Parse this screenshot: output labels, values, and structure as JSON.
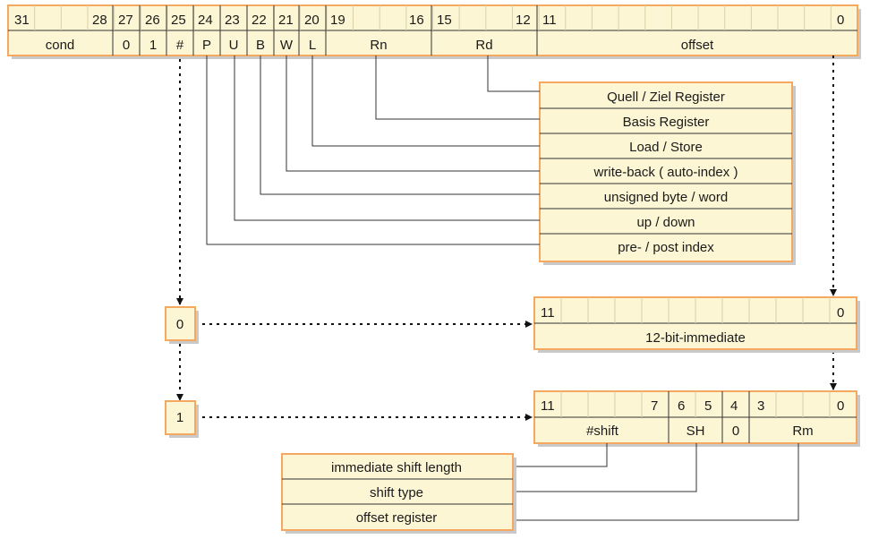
{
  "instruction": {
    "bit_labels": {
      "b31": "31",
      "b28": "28",
      "b27": "27",
      "b26": "26",
      "b25": "25",
      "b24": "24",
      "b23": "23",
      "b22": "22",
      "b21": "21",
      "b20": "20",
      "b19": "19",
      "b16": "16",
      "b15": "15",
      "b12": "12",
      "b11": "11",
      "b0": "0"
    },
    "fields": {
      "cond": "cond",
      "c27": "0",
      "c26": "1",
      "imm": "#",
      "p": "P",
      "u": "U",
      "b": "B",
      "w": "W",
      "l": "L",
      "rn": "Rn",
      "rd": "Rd",
      "offset": "offset"
    }
  },
  "legend": [
    "Quell / Ziel Register",
    "Basis Register",
    "Load / Store",
    "write-back ( auto-index )",
    "unsigned byte / word",
    "up / down",
    "pre- / post index"
  ],
  "selector_0": "0",
  "selector_1": "1",
  "immediate_register": {
    "bit_hi": "11",
    "bit_lo": "0",
    "field": "12-bit-immediate"
  },
  "shift_register": {
    "bits": {
      "b11": "11",
      "b7": "7",
      "b6": "6",
      "b5": "5",
      "b4": "4",
      "b3": "3",
      "b0": "0"
    },
    "fields": {
      "shift": "#shift",
      "sh": "SH",
      "zero": "0",
      "rm": "Rm"
    }
  },
  "shift_legend": [
    "immediate shift length",
    "shift type",
    "offset register"
  ]
}
